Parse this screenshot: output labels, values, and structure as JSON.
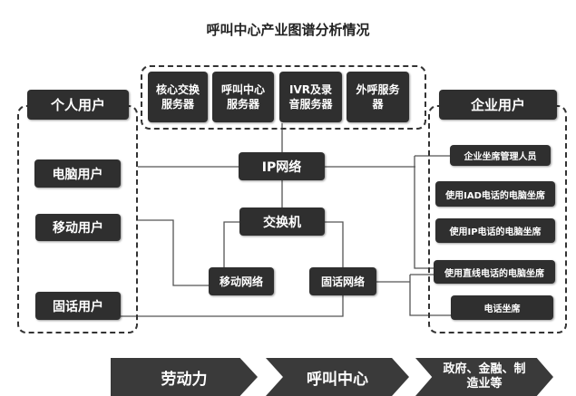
{
  "title": "呼叫中心产业图谱分析情况",
  "servers": [
    "核心交换服务器",
    "呼叫中心服务器",
    "IVR及录音服务器",
    "外呼服务器"
  ],
  "personal": {
    "header": "个人用户",
    "items": [
      "电脑用户",
      "移动用户",
      "固话用户"
    ]
  },
  "network": {
    "ip": "IP网络",
    "switch": "交换机",
    "mobile": "移动网络",
    "fixed": "固话网络"
  },
  "enterprise": {
    "header": "企业用户",
    "items": [
      "企业坐席管理人员",
      "使用IAD电话的电脑坐席",
      "使用IP电话的电脑坐席",
      "使用直线电话的电脑坐席",
      "电话坐席"
    ]
  },
  "chain": [
    "劳动力",
    "呼叫中心",
    "政府、金融、制造业等"
  ]
}
